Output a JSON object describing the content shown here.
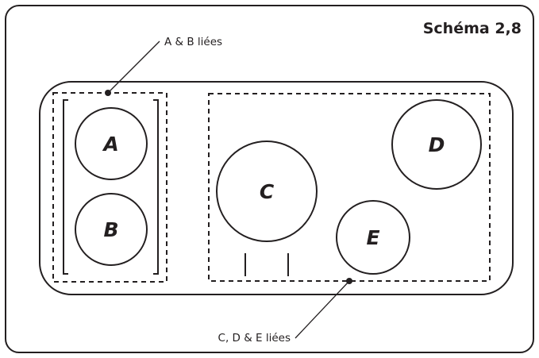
{
  "diagram": {
    "title": "Schéma 2,8",
    "annotations": {
      "left_group": "A & B liées",
      "right_group": "C, D & E liées"
    },
    "zones": {
      "a": "A",
      "b": "B",
      "c": "C",
      "d": "D",
      "e": "E"
    },
    "colors": {
      "stroke": "#231f20",
      "background": "#ffffff"
    }
  }
}
